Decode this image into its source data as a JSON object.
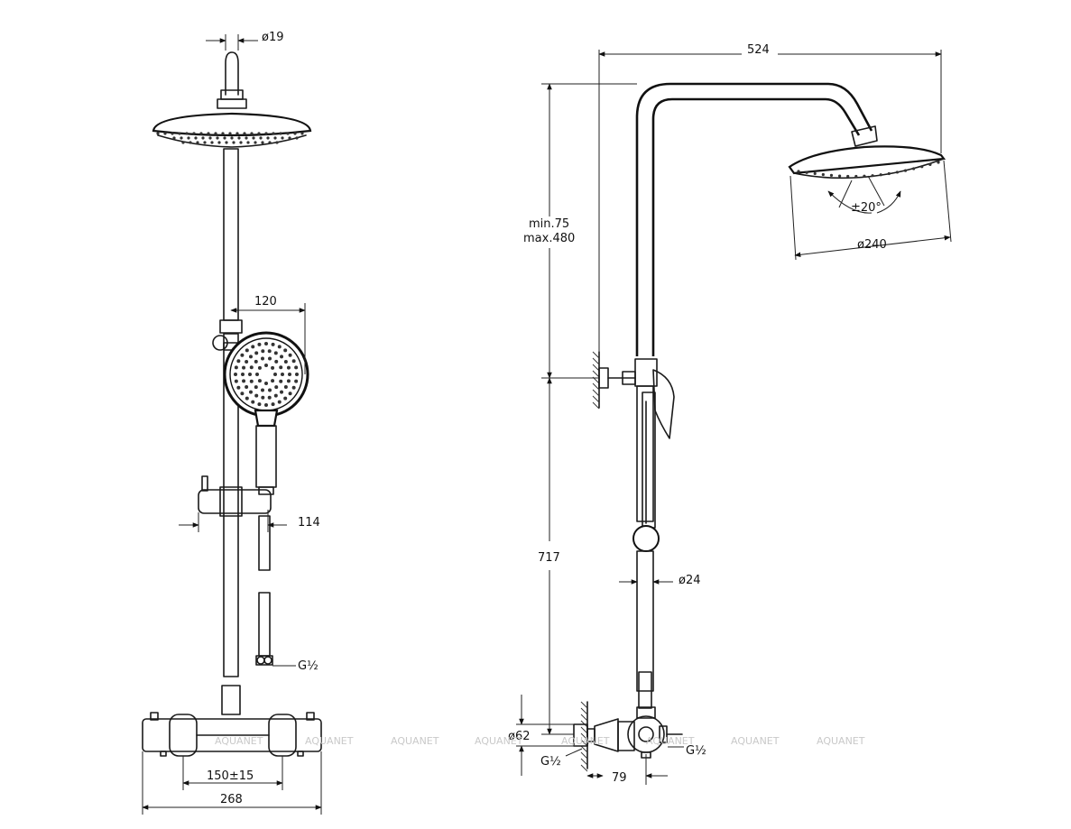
{
  "dimensions": {
    "pipe_diameter": "ø19",
    "handshower_width": "120",
    "slider_offset": "114",
    "hose_thread_left": "G½",
    "inlet_spacing": "150±15",
    "mixer_width": "268",
    "arm_length": "524",
    "height_adjust_min": "min.75",
    "height_adjust_max": "max.480",
    "tilt_angle": "±20°",
    "head_diameter": "ø240",
    "rail_diameter": "ø24",
    "column_height": "717",
    "eccentric_diameter": "ø62",
    "thread_bottom": "G½",
    "thread_right": "G½",
    "wall_offset": "79"
  },
  "watermark": {
    "text": "AQUANET",
    "repeat": 8
  }
}
